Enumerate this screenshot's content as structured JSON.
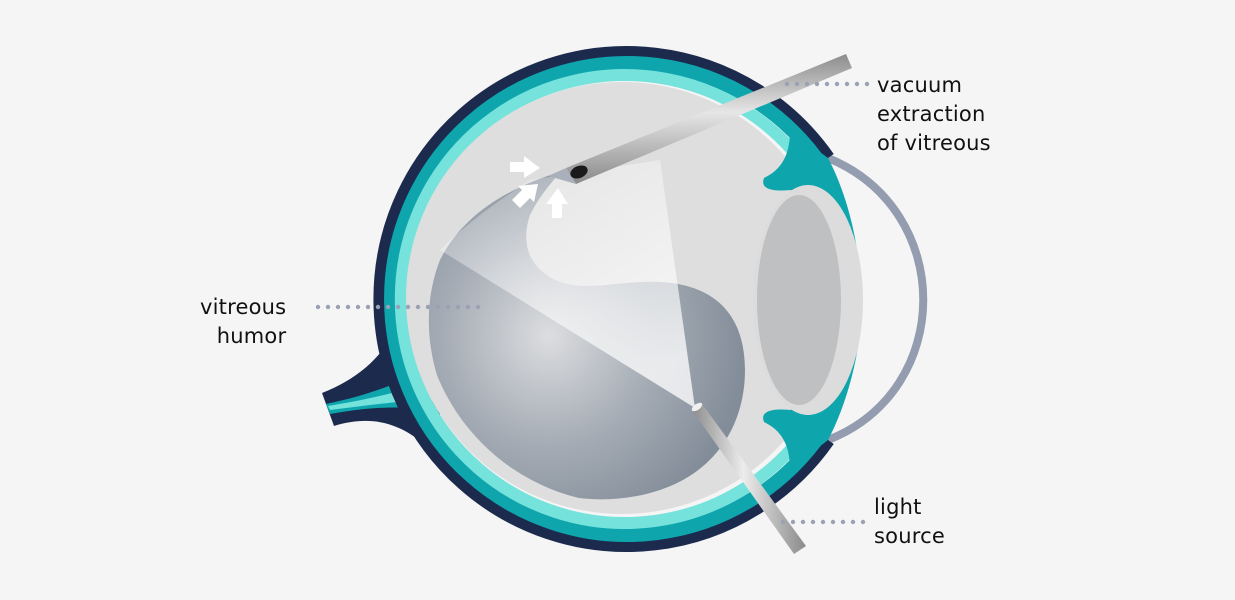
{
  "diagram": {
    "title": "Vitrectomy eye cross-section",
    "background_color": "#f5f5f5",
    "colors": {
      "sclera_outer": "#1c2b4d",
      "choroid_teal": "#0ea5ad",
      "retina_cyan": "#75e2dc",
      "vitreous_chamber": "#dedede",
      "vitreous_humor": "#8a94a0",
      "cornea_arc": "#949cb0",
      "lens": "#bfc0c2",
      "leader_dots": "#9aa1b4",
      "instrument_metal": "#b8b8b8",
      "arrow": "#ffffff"
    },
    "labels": {
      "vacuum": {
        "lines": [
          "vacuum",
          "extraction",
          "of vitreous"
        ]
      },
      "vitreous": {
        "lines": [
          "vitreous",
          "humor"
        ]
      },
      "light": {
        "lines": [
          "light",
          "source"
        ]
      }
    },
    "parts": [
      "sclera",
      "choroid",
      "retina",
      "optic-nerve",
      "cornea",
      "iris",
      "lens",
      "vitreous-humor",
      "vacuum-probe",
      "light-probe",
      "light-beam",
      "suction-arrows"
    ]
  }
}
